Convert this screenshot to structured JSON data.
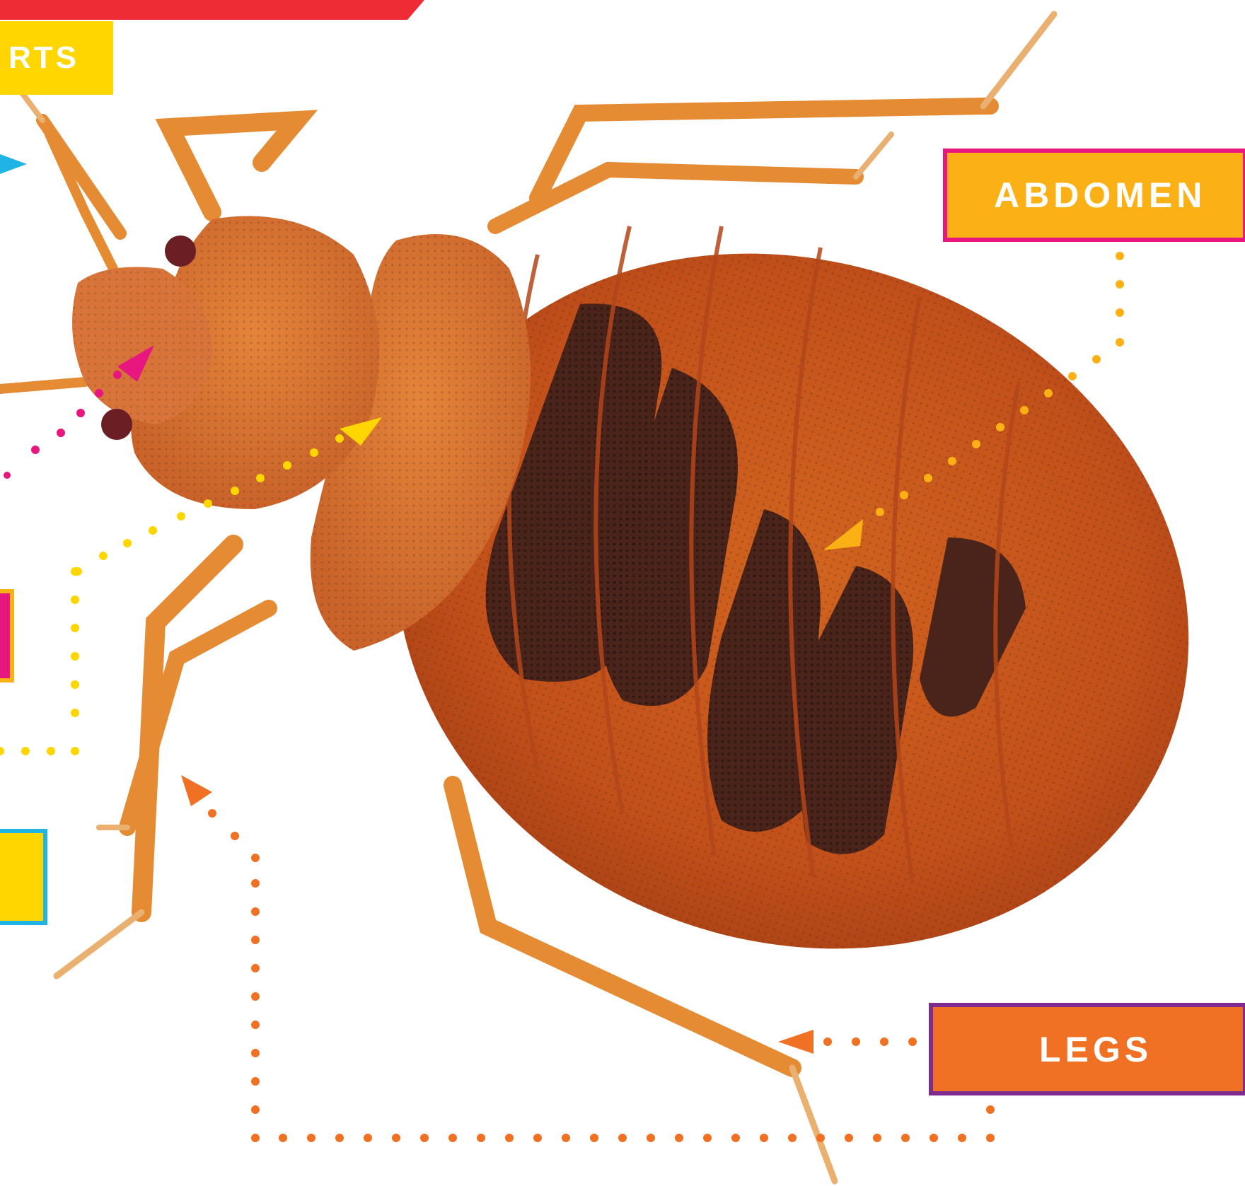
{
  "labels": {
    "parts": "RTS",
    "abdomen": "ABDOMEN",
    "legs": "LEGS"
  },
  "colors": {
    "banner": "#ee2c36",
    "yellow": "#ffd600",
    "amber": "#fbb116",
    "orange": "#f07124",
    "magenta": "#e8177f",
    "cyan": "#1fb4e4",
    "purple": "#7d2b8f",
    "bug_body": "#c5531b",
    "bug_legs": "#e48b34",
    "bug_dark": "#4a241a"
  },
  "subject": "bed-bug-icon"
}
